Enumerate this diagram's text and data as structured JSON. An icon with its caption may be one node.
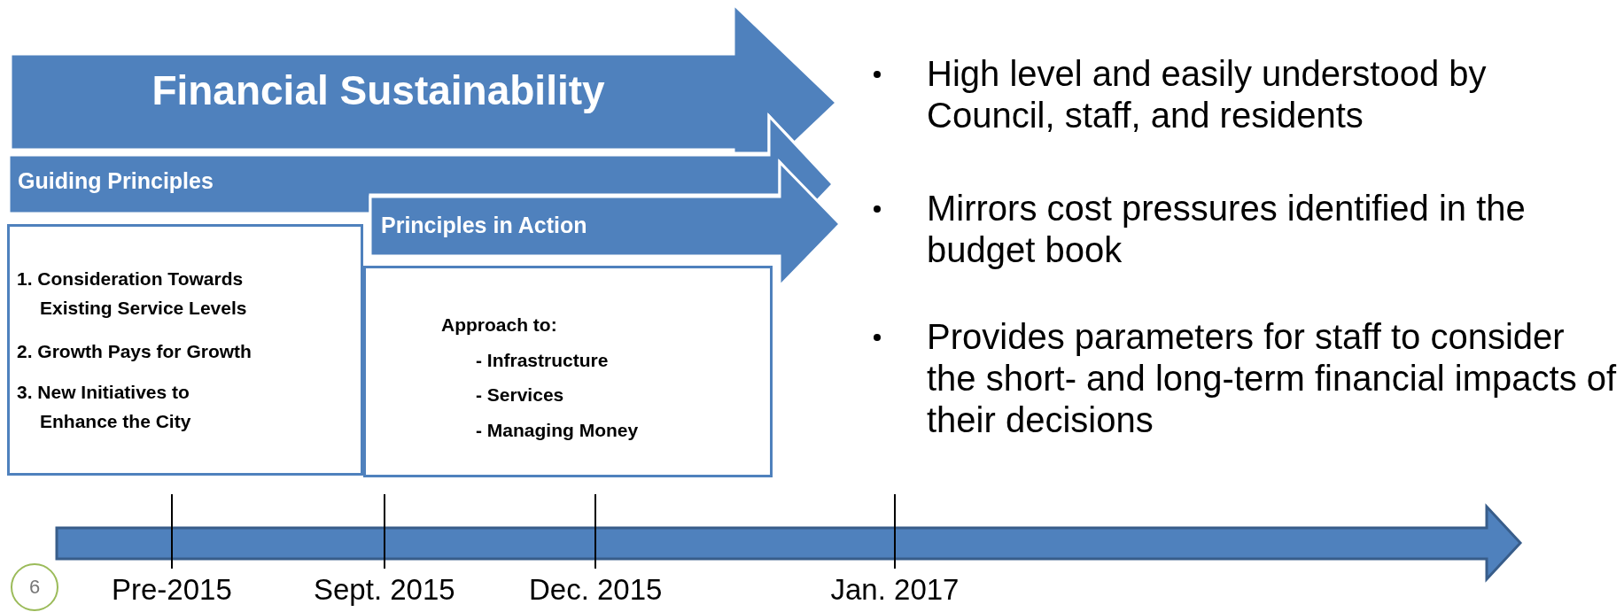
{
  "diagram": {
    "nodes": [
      {
        "text": [
          "Financial Sustainability"
        ]
      },
      {
        "text": [
          "Guiding Principles"
        ]
      },
      {
        "text": [
          "Principles in Action"
        ]
      },
      {
        "text": [
          "1. Consideration Towards Existing Service Levels",
          "2. Growth Pays for Growth",
          "3. New Initiatives to Enhance the City"
        ]
      },
      {
        "text": [
          "Approach to:",
          "- Infrastructure",
          "- Services",
          "- Managing Money"
        ]
      },
      {
        "text": [
          "6"
        ]
      }
    ],
    "labels": [
      "High level and easily understood by Council, staff, and residents",
      "Mirrors cost pressures identified in the budget book",
      "Provides parameters for staff to consider the short- and long-term financial impacts of their decisions",
      "Pre-2015",
      "Sept. 2015",
      "Dec. 2015",
      "Jan. 2017"
    ]
  }
}
